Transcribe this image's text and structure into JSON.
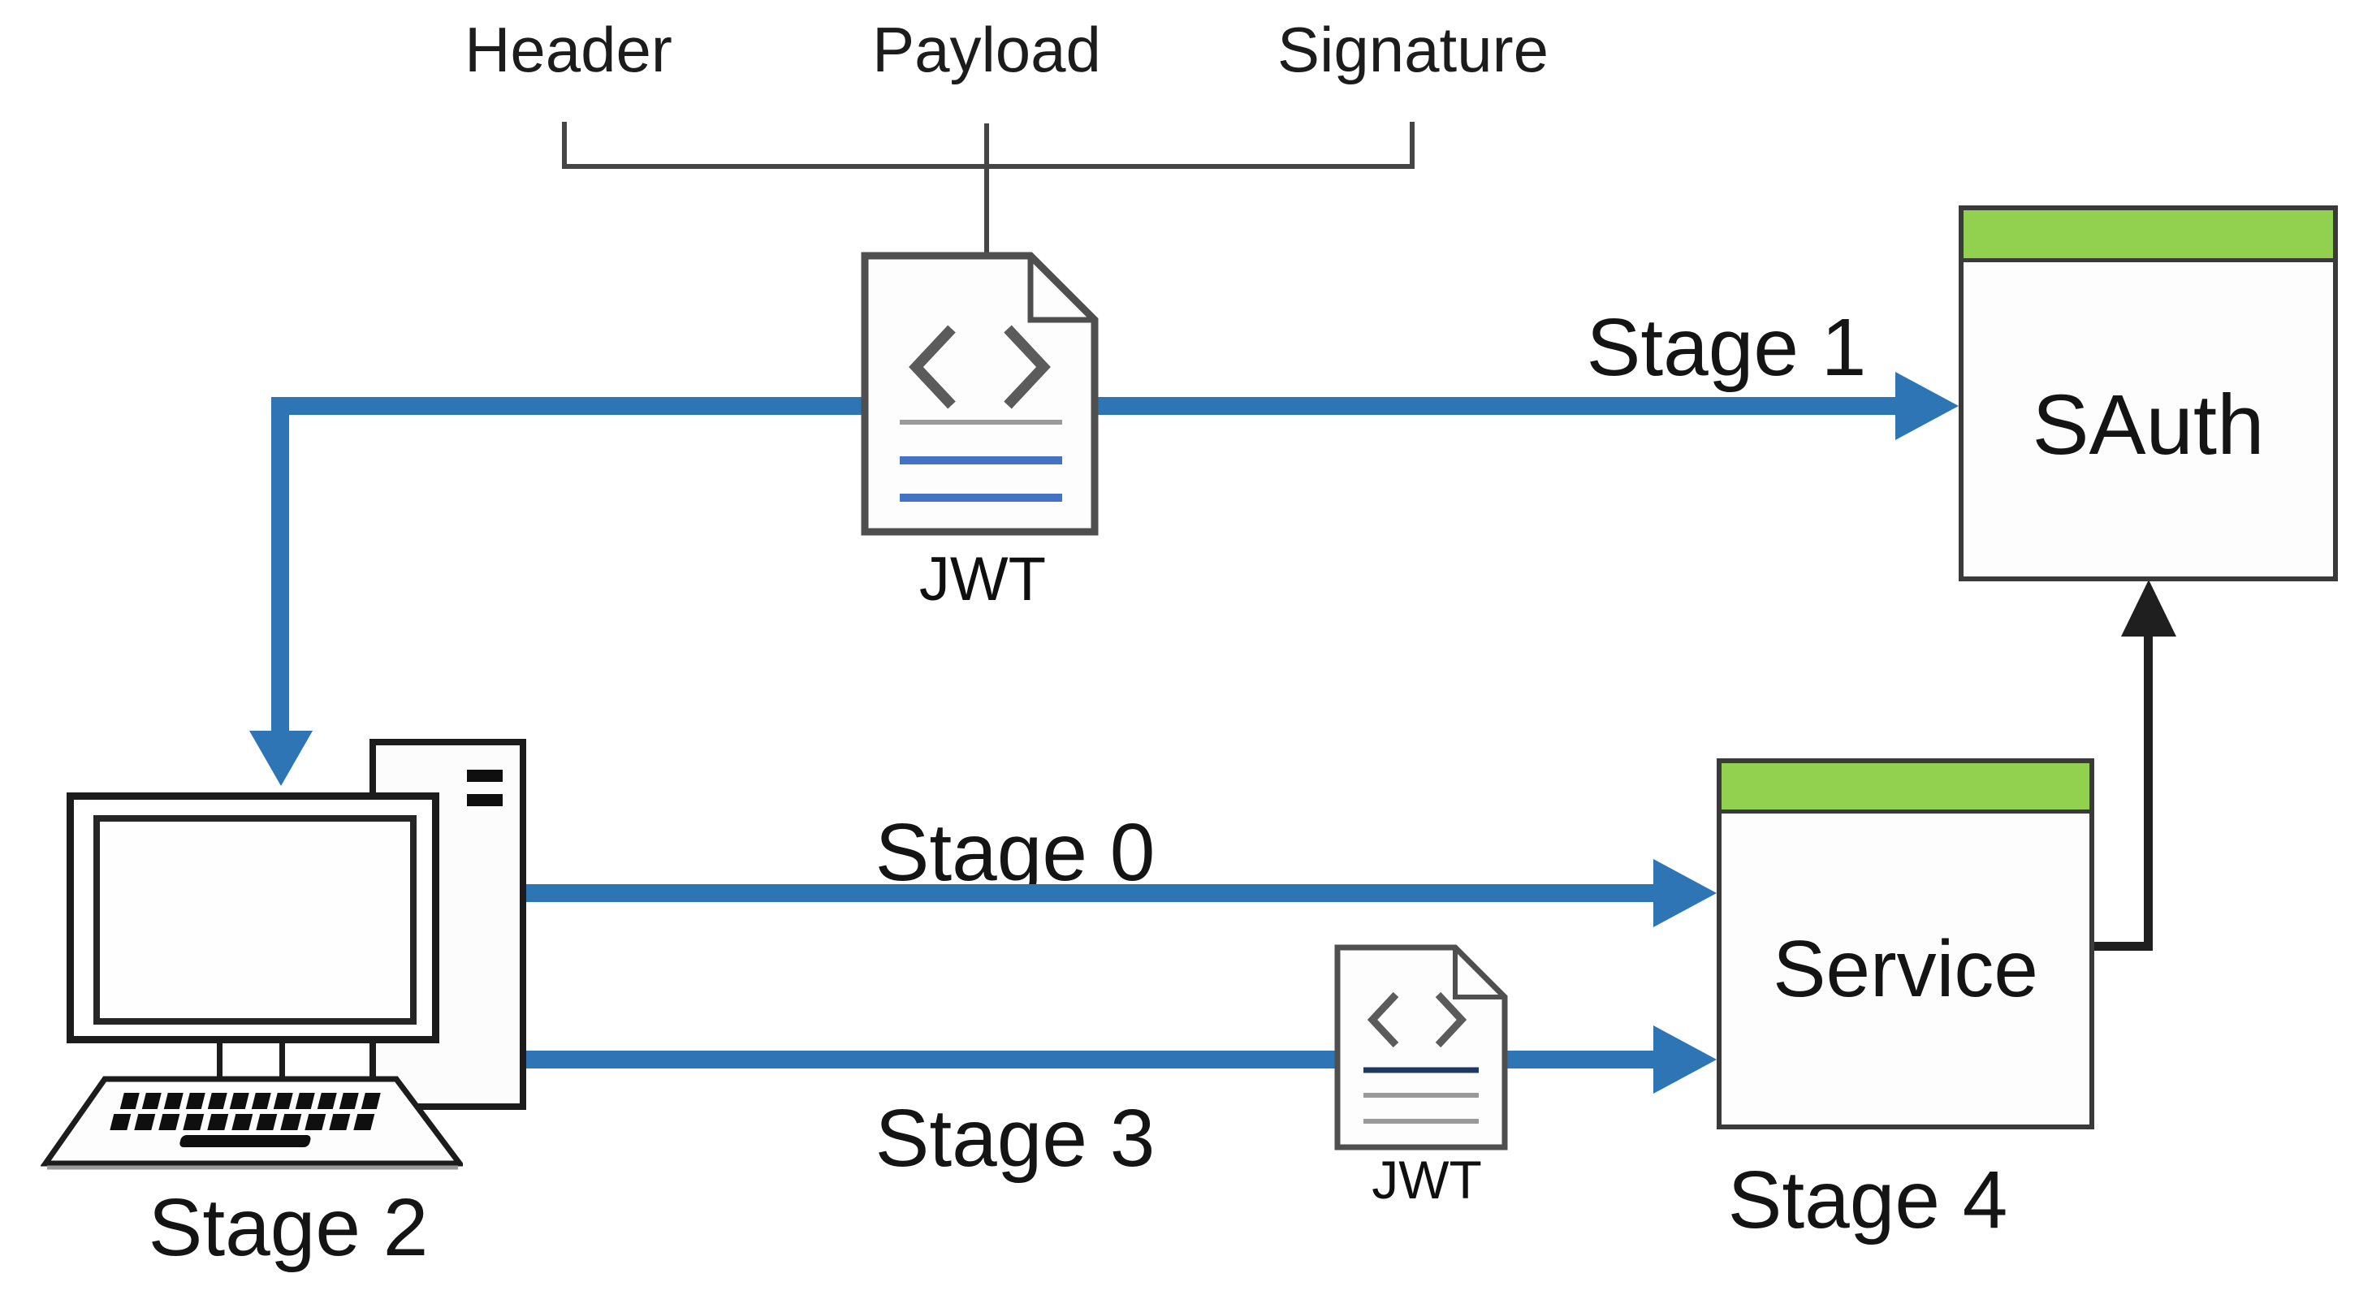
{
  "jwt": {
    "parts": [
      {
        "label": "Header"
      },
      {
        "label": "Payload"
      },
      {
        "label": "Signature"
      }
    ],
    "doc_label": "JWT"
  },
  "small_jwt": {
    "doc_label": "JWT"
  },
  "stages": {
    "stage0": "Stage 0",
    "stage1": "Stage 1",
    "stage2": "Stage 2",
    "stage3": "Stage 3",
    "stage4": "Stage 4"
  },
  "servers": {
    "auth": "SAuth",
    "service": "Service"
  },
  "icons": {
    "jwt_document": "code-document-icon",
    "small_jwt_document": "code-document-icon",
    "client": "desktop-computer-icon"
  },
  "colors": {
    "arrow_blue": "#2e75b6",
    "server_header_green": "#92d050",
    "arrow_black": "#1f1f1f",
    "doc_line_blue": "#4472c4",
    "doc_line_navy": "#1f3864",
    "doc_line_gray": "#9a9a9a"
  }
}
